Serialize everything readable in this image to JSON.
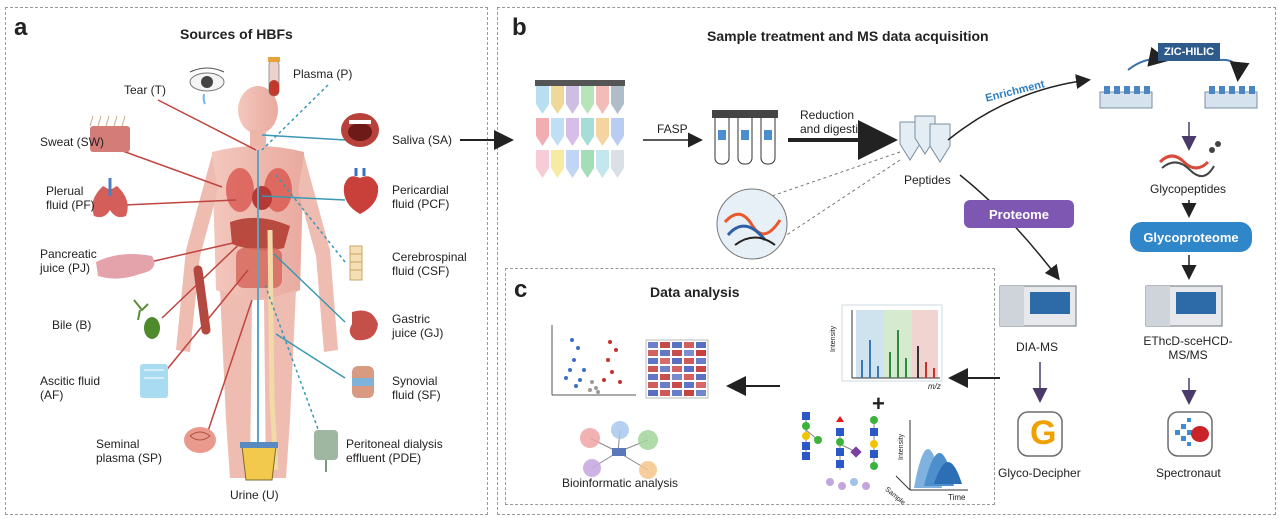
{
  "panel_a": {
    "letter": "a",
    "title": "Sources of HBFs",
    "sources_left": [
      {
        "label": "Tear (T)"
      },
      {
        "label": "Sweat (SW)"
      },
      {
        "label": "Plerual\nfluid (PF)"
      },
      {
        "label": "Pancreatic\njuice (PJ)"
      },
      {
        "label": "Bile (B)"
      },
      {
        "label": "Ascitic fluid\n(AF)"
      },
      {
        "label": "Seminal\nplasma (SP)"
      }
    ],
    "sources_right": [
      {
        "label": "Plasma (P)"
      },
      {
        "label": "Saliva (SA)"
      },
      {
        "label": "Pericardial\nfluid (PCF)"
      },
      {
        "label": "Cerebrospinal\nfluid (CSF)"
      },
      {
        "label": "Gastric\njuice (GJ)"
      },
      {
        "label": "Synovial\nfluid (SF)"
      },
      {
        "label": "Peritoneal dialysis\neffluent (PDE)"
      }
    ],
    "urine": "Urine (U)"
  },
  "panel_b": {
    "letter": "b",
    "title": "Sample treatment and MS data acquisition",
    "fasp": "FASP",
    "reduction": "Reduction\nand digestion",
    "peptides": "Peptides",
    "enrichment": "Enrichment",
    "zic_hilic": "ZIC-HILIC",
    "glycopeptides": "Glycopeptides",
    "proteome": "Proteome",
    "glycoproteome": "Glycoproteome",
    "dia_ms": "DIA-MS",
    "ethcd": "EThcD-sceHCD-\nMS/MS",
    "glyco_decipher": "Glyco-Decipher",
    "glyco_decipher_logo": "G",
    "spectronaut": "Spectronaut"
  },
  "panel_c": {
    "letter": "c",
    "title": "Data analysis",
    "bioinformatic": "Bioinformatic analysis",
    "plus": "+",
    "spectrum_ylabel": "Intensity",
    "spectrum_xlabel": "m/z",
    "xic_ylabel": "Intensity",
    "xic_xlabel": "Time",
    "xic_zlabel": "Sample"
  },
  "colors": {
    "red_line": "#c0443f",
    "blue_line": "#3a98b4",
    "proteome": "#7e57b3",
    "glycoproteome": "#2f86c8",
    "enrichment_text": "#2f7fc1",
    "zic_bg": "#2e5a8c",
    "glyco_g": "#f0a000"
  }
}
